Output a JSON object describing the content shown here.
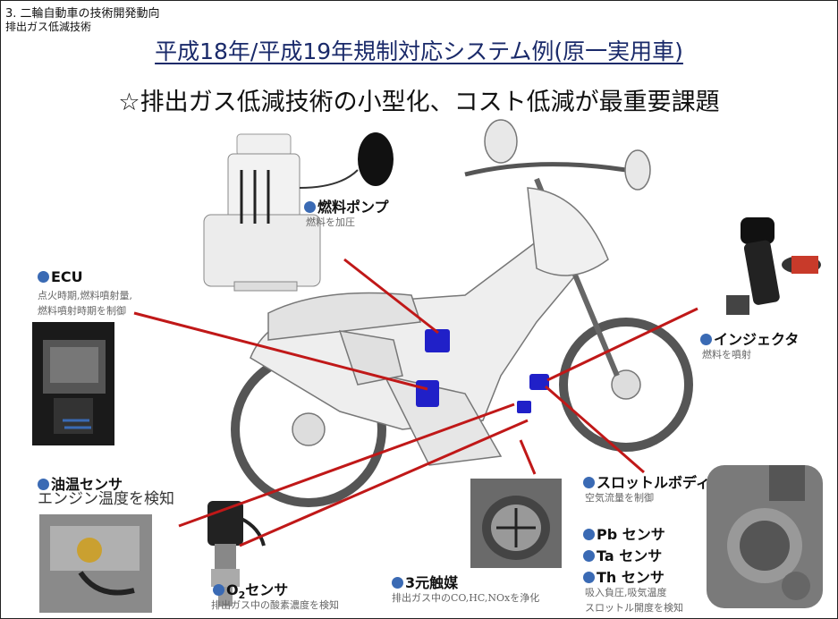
{
  "header": {
    "section": "3. 二輪自動車の技術開発動向",
    "subsection": "排出ガス低減技術",
    "title": "平成18年/平成19年規制対応システム例(原一実用車)",
    "headline": "☆排出ガス低減技術の小型化、コスト低減が最重要課題"
  },
  "components": {
    "fuel_pump": {
      "label": "燃料ポンプ",
      "desc": "燃料を加圧"
    },
    "ecu": {
      "label": "ECU",
      "desc_lines": [
        "点火時期,燃料噴射量,",
        "燃料噴射時期を制御"
      ]
    },
    "injector": {
      "label": "インジェクタ",
      "desc": "燃料を噴射"
    },
    "oil_temp": {
      "label": "油温センサ",
      "desc": "エンジン温度を検知"
    },
    "throttle": {
      "label": "スロットルボディ",
      "desc": "空気流量を制御"
    },
    "pb": {
      "label": "Pb センサ"
    },
    "ta": {
      "label": "Ta センサ"
    },
    "th": {
      "label": "Th センサ",
      "desc_lines": [
        "吸入負圧,吸気温度",
        "スロットル開度を検知"
      ]
    },
    "o2": {
      "label_main": "O",
      "label_sub": "2",
      "label_rest": "センサ",
      "desc": "排出ガス中の酸素濃度を検知"
    },
    "catalyst": {
      "label": "3元触媒",
      "desc": "排出ガス中のCO,HC,NOxを浄化"
    }
  },
  "icons": [
    "fuel-pump-photo",
    "ecu-photo",
    "injector-photo",
    "oil-temp-sensor-photo",
    "o2-sensor-photo",
    "catalyst-photo",
    "throttle-body-photo",
    "motorcycle-illustration"
  ],
  "colors": {
    "leader_line": "#c01818",
    "bullet": "#3a6ab4",
    "component_highlight": "#2020c8",
    "title": "#1a2a6a"
  }
}
